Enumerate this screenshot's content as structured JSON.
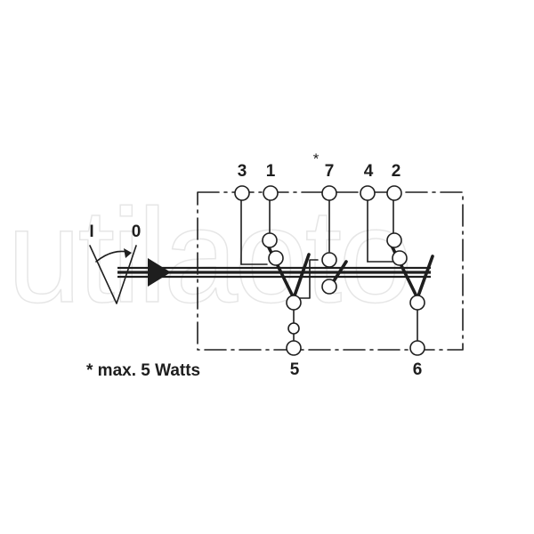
{
  "watermark": "utilaoto",
  "terminals": {
    "t3": "3",
    "t1": "1",
    "t7": "7",
    "t4": "4",
    "t2": "2",
    "t5": "5",
    "t6": "6"
  },
  "asterisk": "*",
  "positions": {
    "on": "I",
    "off": "0"
  },
  "note": "* max. 5 Watts",
  "colors": {
    "line": "#1e1e1e",
    "watermark": "#e6e6e6",
    "background": "#ffffff"
  }
}
